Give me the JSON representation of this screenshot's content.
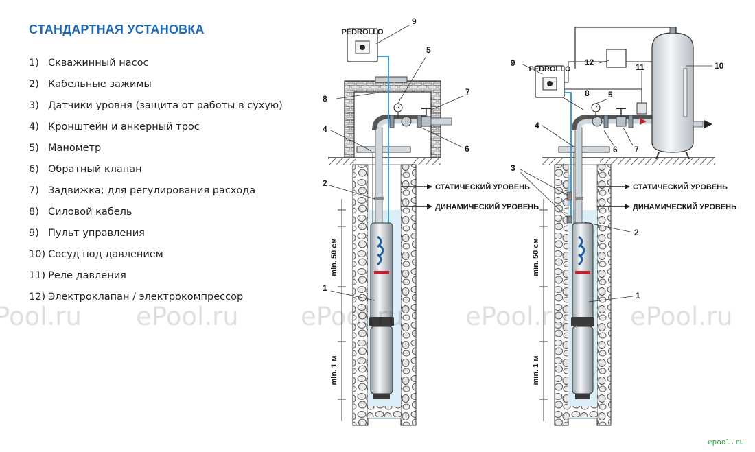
{
  "title": "СТАНДАРТНАЯ УСТАНОВКА",
  "legend": [
    {
      "num": "1)",
      "text": "Скважинный насос"
    },
    {
      "num": "2)",
      "text": "Кабельные зажимы"
    },
    {
      "num": "3)",
      "text": "Датчики уровня (защита от работы в сухую)"
    },
    {
      "num": "4)",
      "text": "Кронштейн и анкерный трос"
    },
    {
      "num": "5)",
      "text": "Манометр"
    },
    {
      "num": "6)",
      "text": "Обратный клапан"
    },
    {
      "num": "7)",
      "text": "Задвижка; для регулирования расхода"
    },
    {
      "num": "8)",
      "text": "Силовой кабель"
    },
    {
      "num": "9)",
      "text": "Пульт управления"
    },
    {
      "num": "10)",
      "text": "Сосуд под давлением"
    },
    {
      "num": "11)",
      "text": "Реле давления"
    },
    {
      "num": "12)",
      "text": "Электроклапан / электрокомпрессор"
    }
  ],
  "labels": {
    "static_level": "СТАТИЧЕСКИЙ УРОВЕНЬ",
    "dynamic_level": "ДИНАМИЧЕСКИЙ УРОВЕНЬ",
    "min_50": "min. 50 см",
    "min_1": "min. 1 м",
    "panel_brand": "PEDROLLO"
  },
  "callouts_left": [
    "1",
    "2",
    "4",
    "5",
    "6",
    "7",
    "8",
    "9"
  ],
  "callouts_right": [
    "1",
    "2",
    "3",
    "4",
    "5",
    "6",
    "7",
    "8",
    "9",
    "10",
    "11",
    "12"
  ],
  "watermarks": [
    "Pool.ru",
    "ePool.ru",
    "ePool.ru",
    "ePool.ru",
    "ePool.ru"
  ],
  "corner_mark": "epool.ru",
  "colors": {
    "accent": "#1f6ab4",
    "water": "#dbeef7",
    "cable": "#3b9fd4",
    "pipe": "#cfd6dc",
    "rock": "#e8e8e8"
  }
}
